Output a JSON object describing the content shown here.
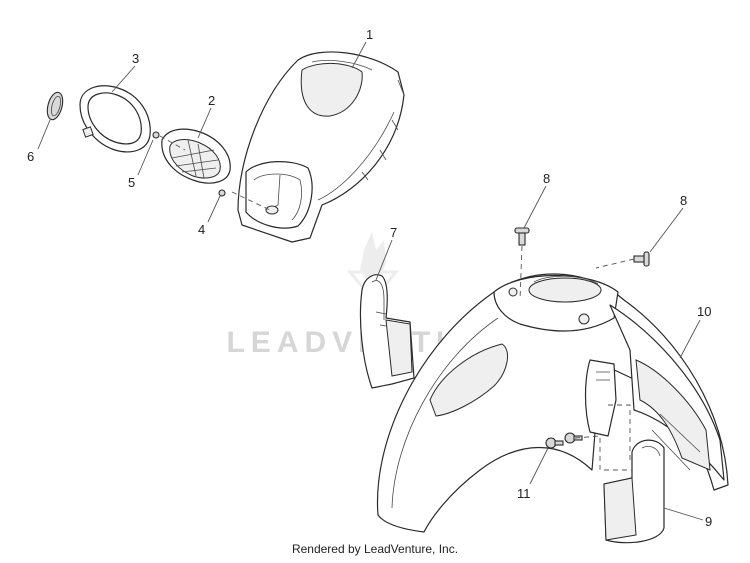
{
  "watermark": "LEADVENTURE",
  "footer": "Rendered by LeadVenture, Inc.",
  "callouts": {
    "c1": "1",
    "c2": "2",
    "c3": "3",
    "c4": "4",
    "c5": "5",
    "c6": "6",
    "c7": "7",
    "c8a": "8",
    "c8b": "8",
    "c9": "9",
    "c10": "10",
    "c11": "11"
  }
}
